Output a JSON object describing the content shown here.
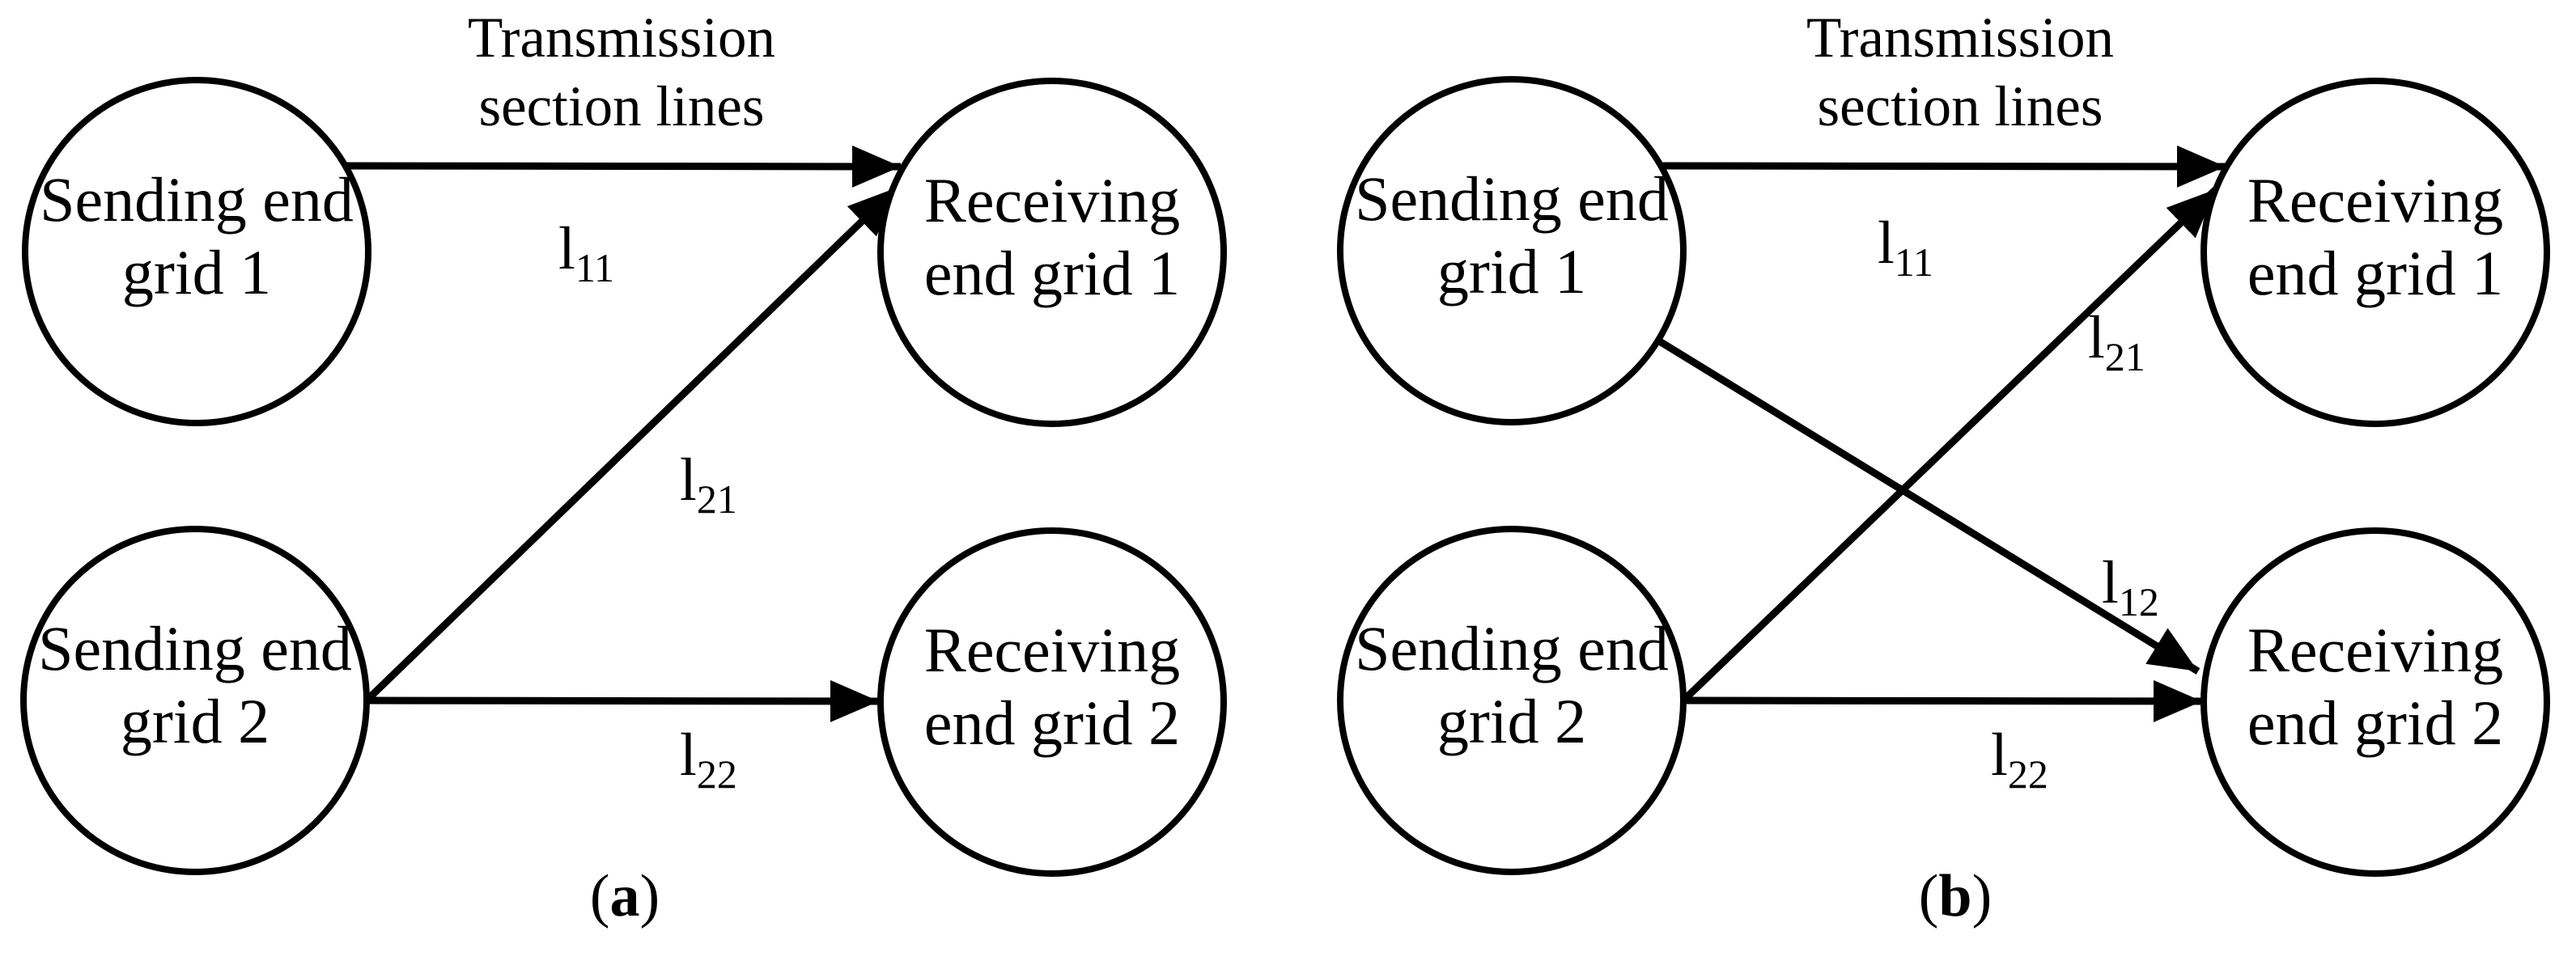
{
  "figure": {
    "background_color": "#ffffff",
    "ink_color": "#000000",
    "description": "Two-panel schematic of transmission section lines connecting sending end grids to receiving end grids"
  },
  "panels": [
    {
      "caption": {
        "open": "(",
        "letter": "a",
        "close": ")"
      },
      "title_line1": "Transmission",
      "title_line2": "section lines",
      "nodes": [
        {
          "id": "sending-grid-1",
          "line1": "Sending end",
          "line2": "grid 1"
        },
        {
          "id": "sending-grid-2",
          "line1": "Sending end",
          "line2": "grid 2"
        },
        {
          "id": "receiving-grid-1",
          "line1": "Receiving",
          "line2": "end grid 1"
        },
        {
          "id": "receiving-grid-2",
          "line1": "Receiving",
          "line2": "end grid 2"
        }
      ],
      "edges": [
        {
          "id": "l11",
          "base": "l",
          "sub": "11",
          "from": "sending-grid-1",
          "to": "receiving-grid-1"
        },
        {
          "id": "l21",
          "base": "l",
          "sub": "21",
          "from": "sending-grid-2",
          "to": "receiving-grid-1"
        },
        {
          "id": "l22",
          "base": "l",
          "sub": "22",
          "from": "sending-grid-2",
          "to": "receiving-grid-2"
        }
      ]
    },
    {
      "caption": {
        "open": "(",
        "letter": "b",
        "close": ")"
      },
      "title_line1": "Transmission",
      "title_line2": "section lines",
      "nodes": [
        {
          "id": "sending-grid-1",
          "line1": "Sending end",
          "line2": "grid 1"
        },
        {
          "id": "sending-grid-2",
          "line1": "Sending end",
          "line2": "grid 2"
        },
        {
          "id": "receiving-grid-1",
          "line1": "Receiving",
          "line2": "end grid 1"
        },
        {
          "id": "receiving-grid-2",
          "line1": "Receiving",
          "line2": "end grid 2"
        }
      ],
      "edges": [
        {
          "id": "l11",
          "base": "l",
          "sub": "11",
          "from": "sending-grid-1",
          "to": "receiving-grid-1"
        },
        {
          "id": "l21",
          "base": "l",
          "sub": "21",
          "from": "sending-grid-2",
          "to": "receiving-grid-1"
        },
        {
          "id": "l12",
          "base": "l",
          "sub": "12",
          "from": "sending-grid-1",
          "to": "receiving-grid-2"
        },
        {
          "id": "l22",
          "base": "l",
          "sub": "22",
          "from": "sending-grid-2",
          "to": "receiving-grid-2"
        }
      ]
    }
  ]
}
